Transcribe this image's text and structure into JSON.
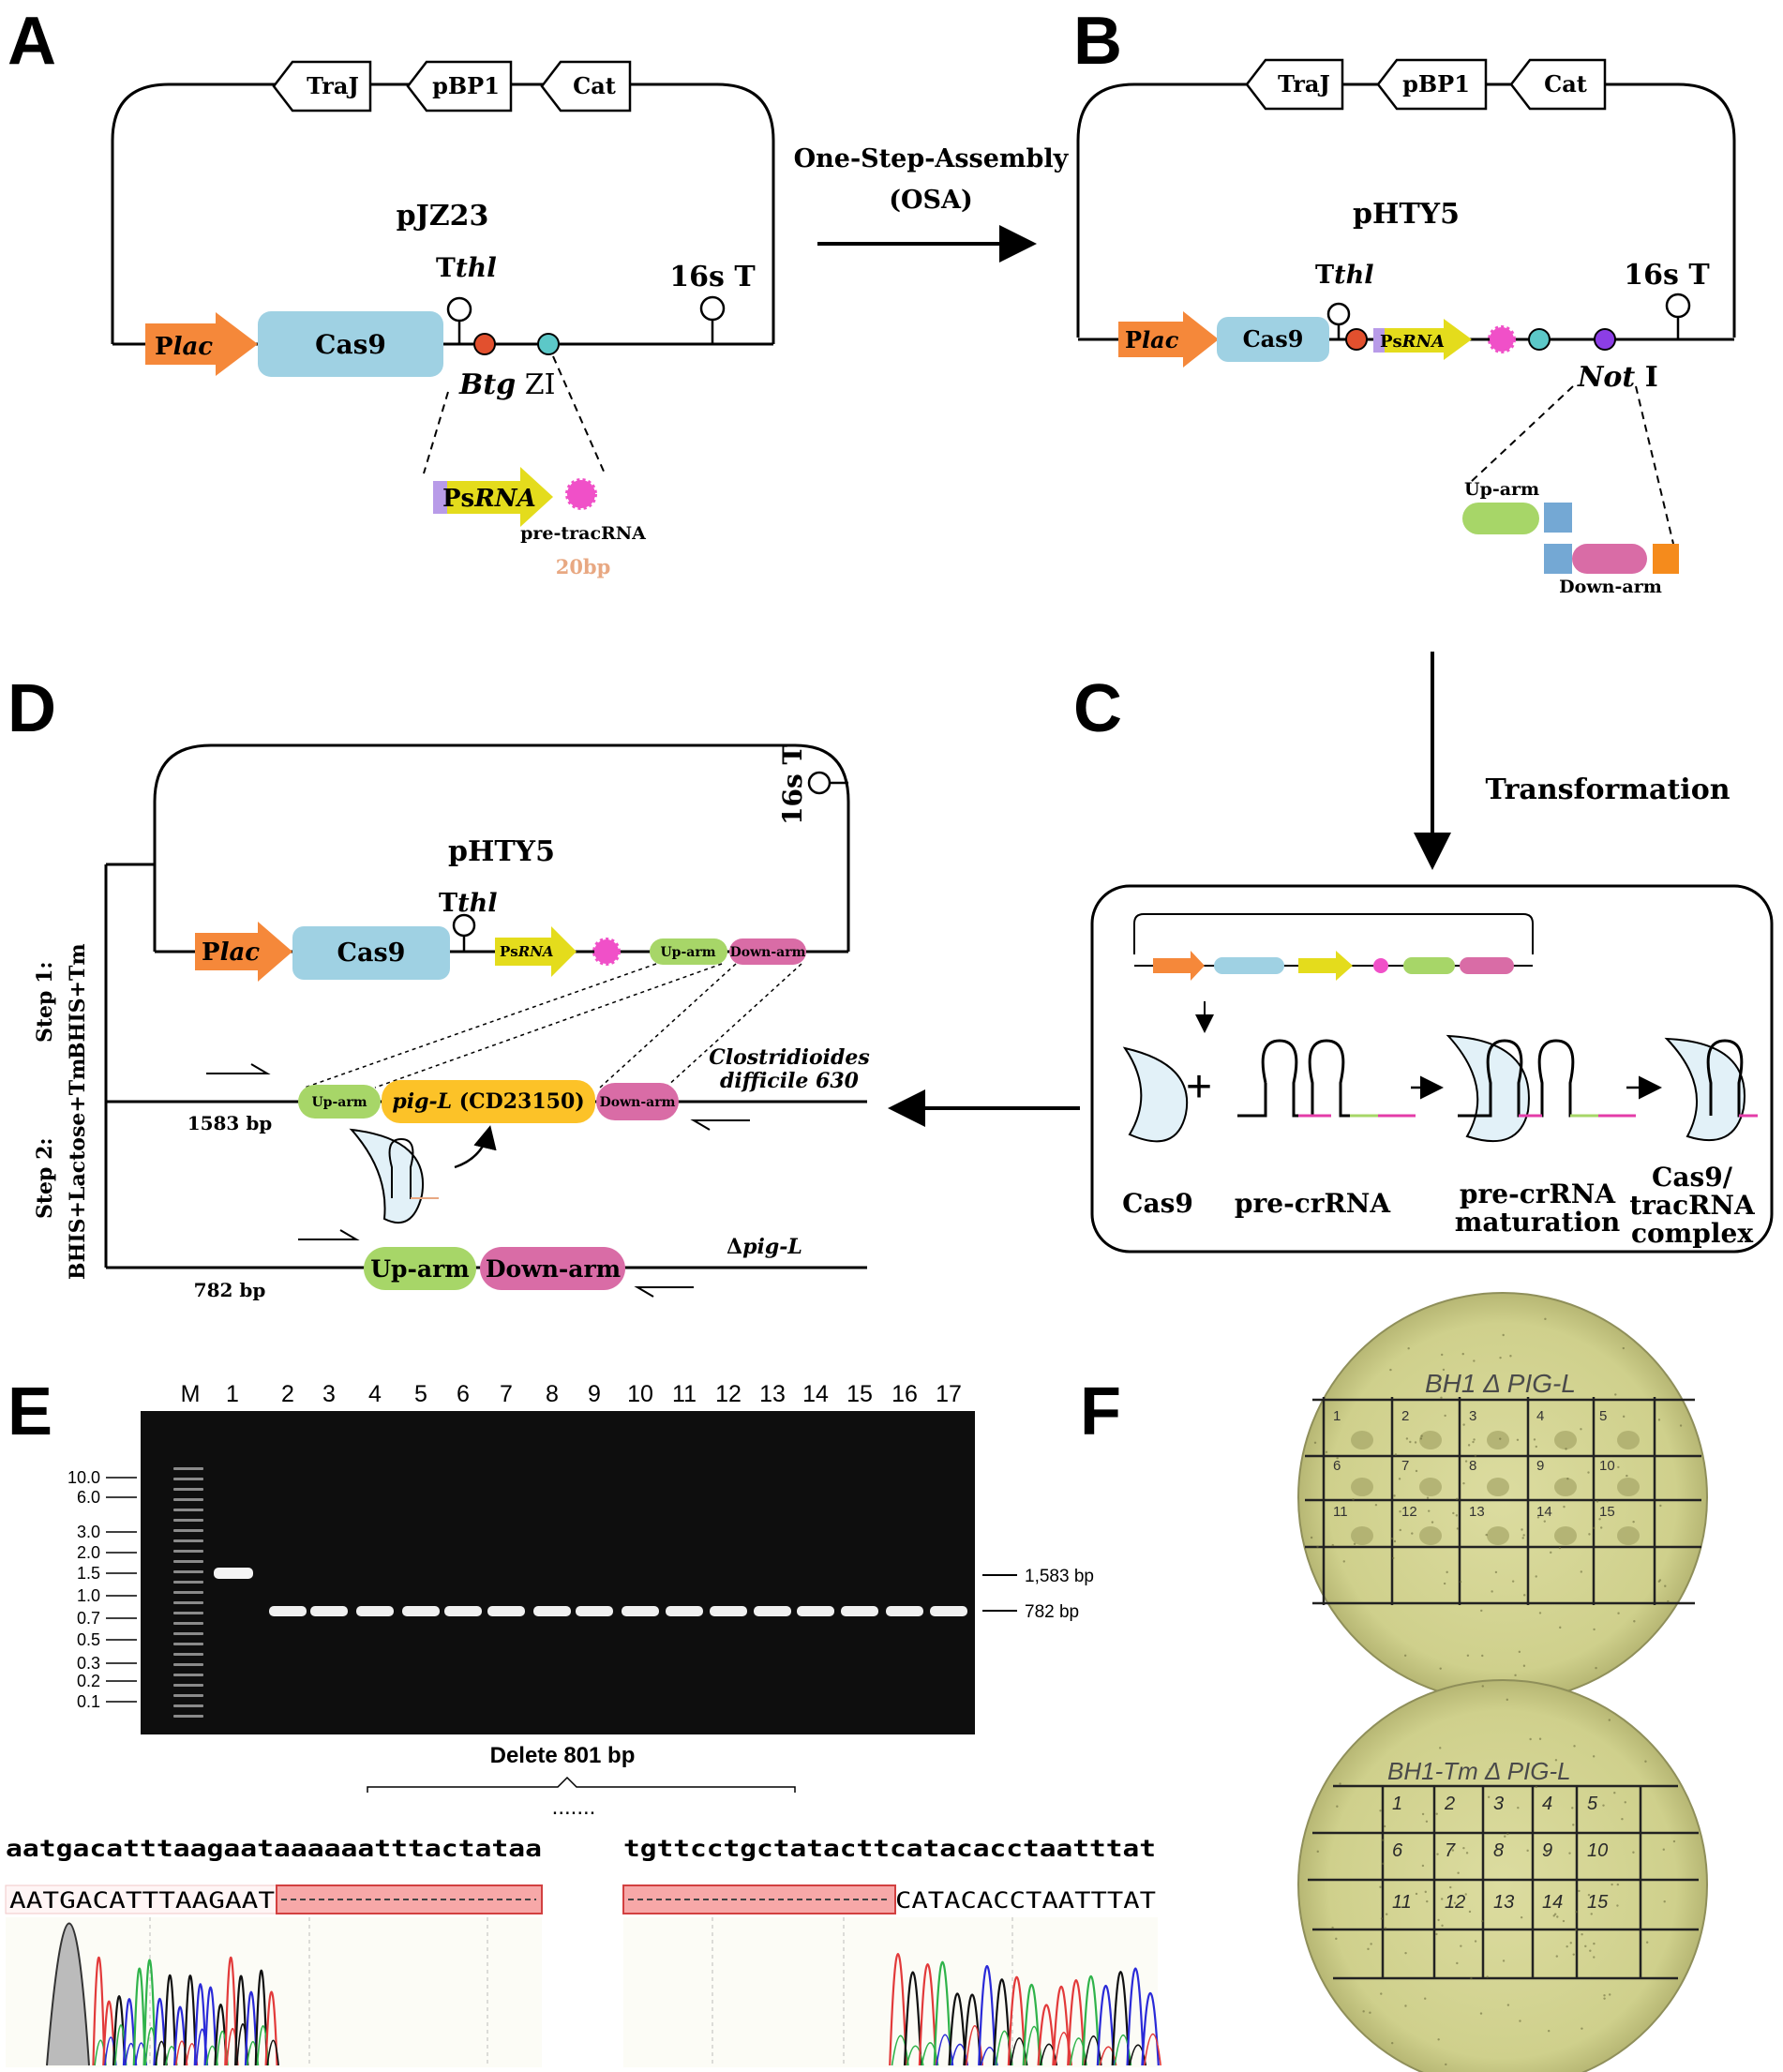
{
  "panels": {
    "A": "A",
    "B": "B",
    "C": "C",
    "D": "D",
    "E": "E",
    "F": "F"
  },
  "genes_top": [
    "TraJ",
    "pBP1",
    "Cat"
  ],
  "panelA": {
    "plasmid": "pJZ23",
    "plac_p": "P",
    "plac_i": "lac",
    "cas9": "Cas9",
    "tthl_t": "T",
    "tthl_i": "thl",
    "t16s": "16s T",
    "btg_i": "Btg",
    "btg_r": "ZI",
    "psrna_p": "Ps",
    "psrna_i": "RNA",
    "pretracrna": "pre-tracRNA",
    "bp20": "20bp"
  },
  "osa": {
    "line1": "One-Step-Assembly",
    "line2": "(OSA)"
  },
  "panelB": {
    "plasmid": "pHTY5",
    "plac_p": "P",
    "plac_i": "lac",
    "cas9": "Cas9",
    "tthl_t": "T",
    "tthl_i": "thl",
    "psrna_p": "Ps",
    "psrna_i": "RNA",
    "t16s": "16s T",
    "noti_i": "Not",
    "noti_r": "I",
    "uparm": "Up-arm",
    "downarm": "Down-arm"
  },
  "transformation": "Transformation",
  "panelC": {
    "cas9": "Cas9",
    "precrrna": "pre-crRNA",
    "maturation1": "pre-crRNA",
    "maturation2": "maturation",
    "complex1": "Cas9/",
    "complex2": "tracRNA",
    "complex3": "complex"
  },
  "panelD": {
    "plasmid": "pHTY5",
    "t16s": "16s T",
    "plac_p": "P",
    "plac_i": "lac",
    "cas9": "Cas9",
    "tthl_t": "T",
    "tthl_i": "thl",
    "psrna_p": "Ps",
    "psrna_i": "RNA",
    "uparm": "Up-arm",
    "downarm": "Down-arm",
    "step1a": "Step 1:",
    "step1b": "BHIS+Tm",
    "step2a": "Step 2:",
    "step2b": "BHIS+Lactose+Tm",
    "gene_i": "pig-L",
    "gene_r": " (CD23150)",
    "org1": "Clostridioides",
    "org2": "difficile 630",
    "bp1583": "1583 bp",
    "bp782": "782 bp",
    "delta": "Δ",
    "delta_i": "pig-L",
    "uparm_big": "Up-arm",
    "downarm_big": "Down-arm"
  },
  "gel": {
    "lanes": [
      "M",
      "1",
      "2",
      "3",
      "4",
      "5",
      "6",
      "7",
      "8",
      "9",
      "10",
      "11",
      "12",
      "13",
      "14",
      "15",
      "16",
      "17"
    ],
    "ladder": [
      "10.0",
      "6.0",
      "3.0",
      "2.0",
      "1.5",
      "1.0",
      "0.7",
      "0.5",
      "0.3",
      "0.2",
      "0.1"
    ],
    "band_labels": [
      "1,583 bp",
      "782 bp"
    ]
  },
  "seq": {
    "delete": "Delete 801 bp",
    "dots": ".......",
    "top_left": "aatgacatttaagaataaaaaatttactataa",
    "top_right": "tgttcctgctatacttcatacacctaatttat",
    "bot_left": "AATGACATTTAAGAAT",
    "bot_right": "CATACACCTAATTTAT"
  },
  "plates": {
    "top_label": "BH1  Δ PIG-L",
    "bottom_label": "BH1-Tm  Δ PIG-L",
    "top_colonies": [
      "1",
      "2",
      "3",
      "4",
      "5",
      "6",
      "7",
      "8",
      "9",
      "10",
      "11",
      "12",
      "13",
      "14",
      "15"
    ],
    "bottom_colonies": [
      "1",
      "2",
      "3",
      "4",
      "5",
      "6",
      "7",
      "8",
      "9",
      "10",
      "11",
      "12",
      "13",
      "14",
      "15"
    ]
  }
}
